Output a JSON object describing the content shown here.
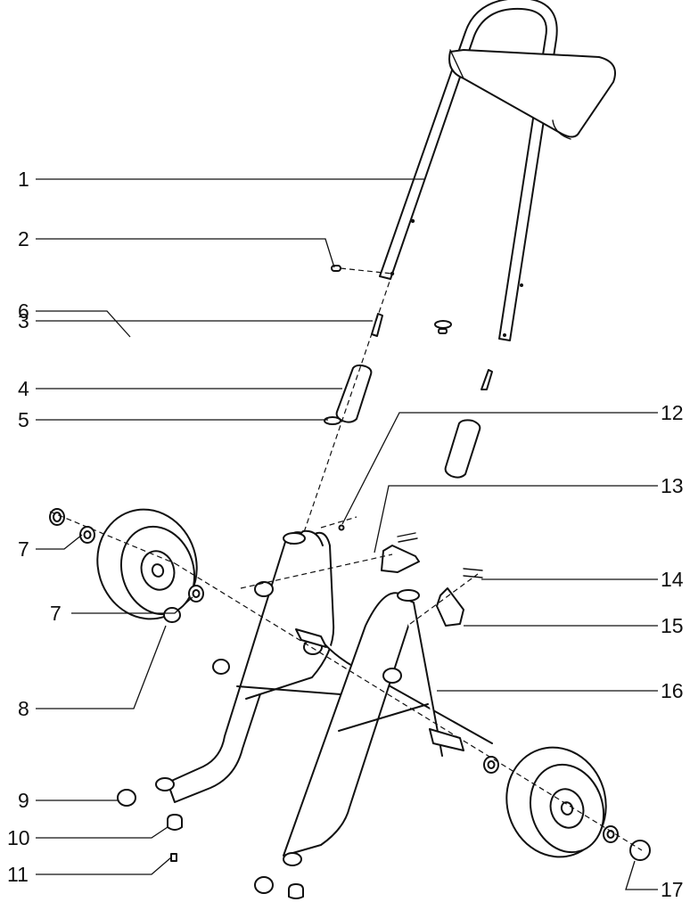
{
  "callouts": [
    {
      "id": "1",
      "label": "1"
    },
    {
      "id": "2",
      "label": "2"
    },
    {
      "id": "3",
      "label": "3"
    },
    {
      "id": "4",
      "label": "4"
    },
    {
      "id": "5",
      "label": "5"
    },
    {
      "id": "6",
      "label": "6"
    },
    {
      "id": "7a",
      "label": "7"
    },
    {
      "id": "7b",
      "label": "7"
    },
    {
      "id": "8",
      "label": "8"
    },
    {
      "id": "9",
      "label": "9"
    },
    {
      "id": "10",
      "label": "10"
    },
    {
      "id": "11",
      "label": "11"
    },
    {
      "id": "12",
      "label": "12"
    },
    {
      "id": "13",
      "label": "13"
    },
    {
      "id": "14",
      "label": "14"
    },
    {
      "id": "15",
      "label": "15"
    },
    {
      "id": "16",
      "label": "16"
    },
    {
      "id": "17",
      "label": "17"
    }
  ]
}
